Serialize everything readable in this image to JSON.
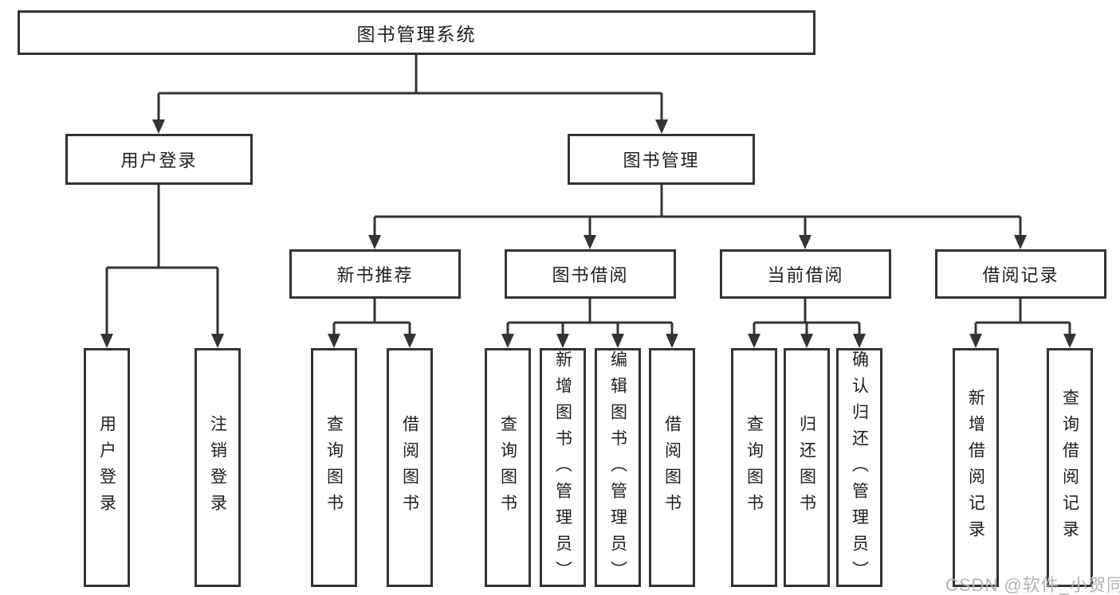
{
  "nodes": {
    "root": "图书管理系统",
    "user_login": "用户登录",
    "book_management": "图书管理",
    "new_book_recommendation": "新书推荐",
    "book_borrowing": "图书借阅",
    "current_borrowing": "当前借阅",
    "borrowing_records": "借阅记录",
    "leaf_user_login": "用户登录",
    "leaf_logout": "注销登录",
    "leaf_rec_query_books": "查询图书",
    "leaf_rec_borrow_books": "借阅图书",
    "leaf_bb_query_books": "查询图书",
    "leaf_bb_add_books": "新增图书（管理员）",
    "leaf_bb_edit_books": "编辑图书（管理员）",
    "leaf_bb_borrow_books": "借阅图书",
    "leaf_cb_query_books": "查询图书",
    "leaf_cb_return_books": "归还图书",
    "leaf_cb_confirm_return": "确认归还（管理员）",
    "leaf_br_add_record": "新增借阅记录",
    "leaf_br_query_record": "查询借阅记录"
  },
  "watermark": "CSDN @软件_小贺同学",
  "colors": {
    "line": "#333333",
    "text": "#1e1e1e",
    "watermark": "#b3b3b3",
    "background": "#ffffff"
  }
}
